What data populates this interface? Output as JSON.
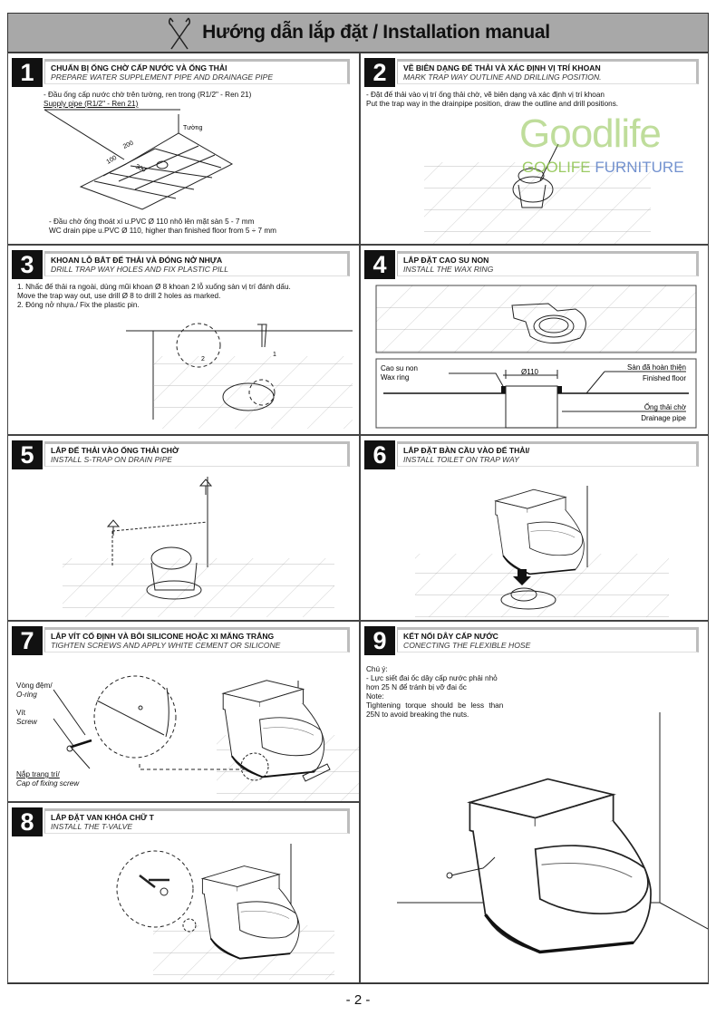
{
  "header": {
    "title": "Hướng dẫn lắp đặt / Installation manual",
    "icon": "wrench-icon"
  },
  "watermark": {
    "logo": "Goodlife",
    "brand_a": "GOOLIFE",
    "brand_b": "FURNITURE"
  },
  "sections": [
    {
      "num": "1",
      "vi": "CHUẨN BỊ ỐNG CHỜ CẤP NƯỚC VÀ ỐNG THẢI",
      "en": "PREPARE WATER SUPPLEMENT PIPE AND DRAINAGE PIPE",
      "notes": [
        "- Đầu ống cấp nước chờ trên tường, ren trong (R1/2\" - Ren 21)",
        "Supply pipe (R1/2\" - Ren 21)",
        "- Đầu chờ ống thoát xí u.PVC Ø  110 nhô lên mặt sàn 5 - 7 mm",
        "WC drain pipe u.PVC Ø  110, higher than finished floor from 5 ÷ 7 mm"
      ],
      "labels": {
        "wall": "Tường",
        "d200": "200",
        "d100": "100",
        "d300": "300"
      }
    },
    {
      "num": "2",
      "vi": "VẼ BIÊN DẠNG ĐẾ THẢI VÀ XÁC ĐỊNH VỊ TRÍ KHOAN",
      "en": "MARK TRAP WAY OUTLINE AND DRILLING POSITION.",
      "notes": [
        "- Đặt đế thải vào vị trí ống thải chờ, vẽ biên dạng và xác định vị trí khoan",
        "Put the trap way in the drainpipe position, draw the outline and drill positions."
      ]
    },
    {
      "num": "3",
      "vi": "KHOAN LỖ BẮT ĐẾ THẢI VÀ ĐÓNG NỞ NHỰA",
      "en": "DRILL TRAP WAY HOLES AND FIX PLASTIC PILL",
      "notes": [
        "1. Nhấc đế thải ra ngoài, dùng mũi khoan Ø  8 khoan 2 lỗ xuống sàn vị trí đánh dấu.",
        "Move the trap way out, use drill Ø 8 to drill 2 holes as marked.",
        "2. Đóng nở nhựa./ Fix the plastic pin."
      ],
      "labels": {
        "one": "1",
        "two": "2"
      }
    },
    {
      "num": "4",
      "vi": "LẮP ĐẶT CAO SU NON",
      "en": "INSTALL THE WAX RING",
      "labels": {
        "wax_vi": "Cao su non",
        "wax_en": "Wax ring",
        "dia": "Ø110",
        "floor_vi": "Sàn đã hoàn thiện",
        "floor_en": "Finished floor",
        "pipe_vi": "Ống thải chờ",
        "pipe_en": "Drainage pipe"
      }
    },
    {
      "num": "5",
      "vi": "LẮP ĐẾ THẢI VÀO ỐNG THẢI CHỜ",
      "en": "INSTALL S-TRAP ON DRAIN PIPE"
    },
    {
      "num": "6",
      "vi": "LẮP ĐẶT BÀN CẦU VÀO ĐẾ THẢI/",
      "en": "INSTALL TOILET ON TRAP WAY"
    },
    {
      "num": "7",
      "vi": "LẮP VÍT CỐ ĐỊNH VÀ BÔI SILICONE HOẶC XI MĂNG TRẮNG",
      "en": "TIGHTEN SCREWS AND APPLY WHITE CEMENT OR SILICONE",
      "labels": {
        "oring_vi": "Vòng đệm/",
        "oring_en": "O-ring",
        "screw_vi": "Vít",
        "screw_en": "Screw",
        "cap_vi": "Nắp trang trí/",
        "cap_en": "Cap of fixing screw"
      }
    },
    {
      "num": "8",
      "vi": "LẮP ĐẶT VAN KHÓA CHỮ T",
      "en": "INSTALL THE T-VALVE"
    },
    {
      "num": "9",
      "vi": "KẾT NỐI DÂY CẤP NƯỚC",
      "en": "CONECTING THE FLEXIBLE HOSE",
      "notes": [
        "Chú ý:",
        "- Lực siết đai ốc dây cấp nước phải nhỏ",
        "hơn 25 N để tránh bị vỡ đai ốc",
        "Note:",
        "Tightening torque should be less than",
        "25N to avoid breaking the nuts."
      ]
    }
  ],
  "footer": {
    "page": "- 2 -"
  }
}
